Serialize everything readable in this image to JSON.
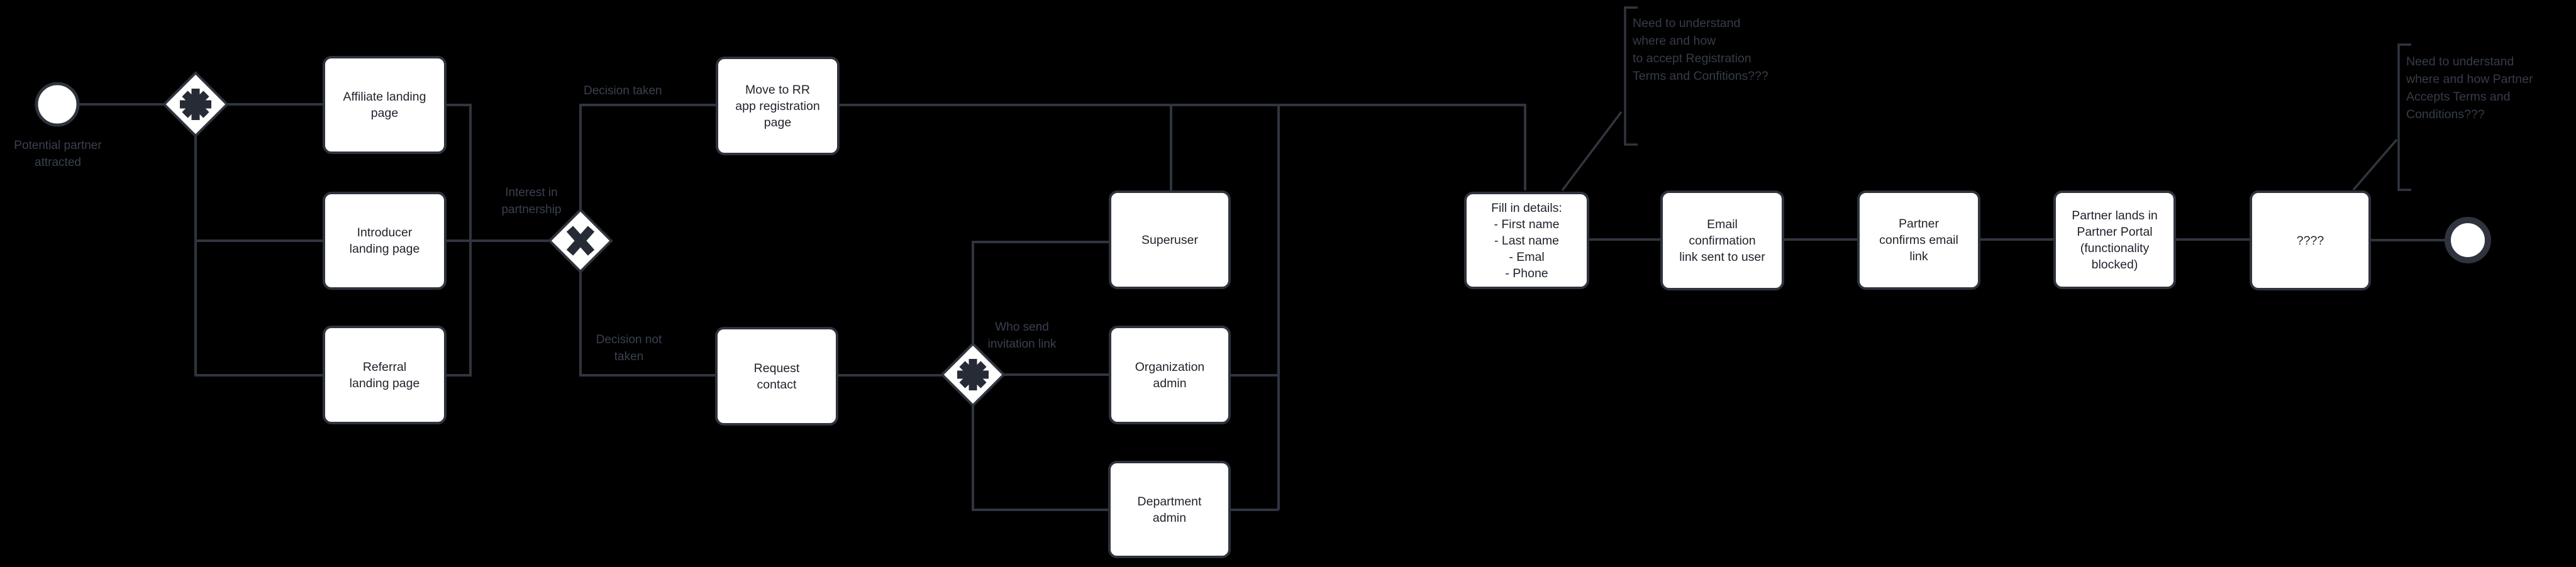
{
  "colors": {
    "background": "#000000",
    "node_fill": "#ffffff",
    "node_border": "#2e333d",
    "node_text": "#1e222a",
    "connector": "#30353f",
    "edge_label_text": "#3a4050",
    "annotation_text": "#363c48",
    "gateway_icon": "#262b35"
  },
  "events": {
    "start_label": "Potential partner\nattracted"
  },
  "tasks": {
    "affiliate": "Affiliate landing\npage",
    "introducer": "Introducer\nlanding page",
    "referral": "Referral\nlanding page",
    "move_rr": "Move to RR\napp registration\npage",
    "request_contact": "Request\ncontact",
    "superuser": "Superuser",
    "org_admin": "Organization\nadmin",
    "dept_admin": "Department\nadmin",
    "fill_details": "Fill in details:\n- First name\n- Last name\n- Emal\n- Phone",
    "email_confirmation": "Email\nconfirmation\nlink sent to user",
    "partner_confirms": "Partner\nconfirms email\nlink",
    "partner_lands": "Partner lands in\nPartner Portal\n(functionality\nblocked)",
    "unknown": "????"
  },
  "edge_labels": {
    "decision_taken": "Decision taken",
    "decision_not_taken": "Decision not\ntaken",
    "interest": "Interest in\npartnership",
    "who_send": "Who send\ninvitation link"
  },
  "annotations": {
    "registration_terms": "Need to understand\nwhere and how\nto accept Registration\nTerms and Confitions???",
    "partner_terms": "Need to understand\nwhere and how Partner\nAccepts Terms and\nConditions???"
  }
}
